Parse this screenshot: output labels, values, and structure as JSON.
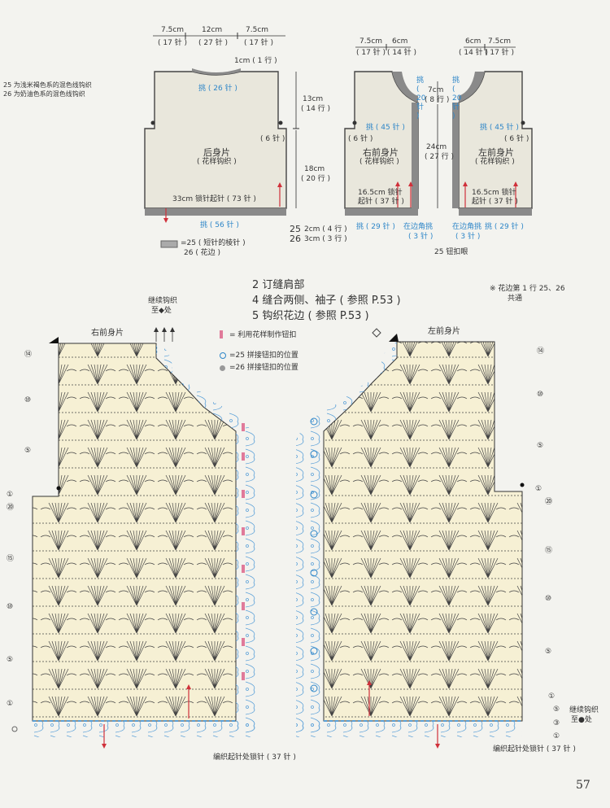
{
  "page": {
    "number": "57"
  },
  "notes": {
    "yarn_25": "25 为浅米褐色系的混色线钩织",
    "yarn_26": "26 为奶油色系的混色线钩织"
  },
  "schematic": {
    "back": {
      "top_widths_cm": [
        "7.5cm",
        "12cm",
        "7.5cm"
      ],
      "top_widths_st": [
        "( 17 针 )",
        "( 27 针 )",
        "( 17 针 )"
      ],
      "neck_rows": "1cm ( 1 行 )",
      "pick_neck": "挑 ( 26 针 )",
      "side_st": "( 6 针 )",
      "title": "后身片",
      "subtitle": "( 花样钩织 )",
      "bottom_chain": "33cm 锁针起针 ( 73 针 )",
      "pick_hem": "挑 ( 56 针 )",
      "arm_height": "13cm",
      "arm_rows": "( 14 行 )",
      "body_height": "18cm",
      "body_rows": "( 20 行 )",
      "border_25": "2cm ( 4 行 )",
      "border_26": "3cm ( 3 行 )",
      "num_25": "25",
      "num_26": "26"
    },
    "right_front": {
      "widths_cm": [
        "7.5cm",
        "6cm"
      ],
      "widths_st": [
        "( 17 针 )",
        "( 14 针 )"
      ],
      "pick_neck": "挑 ( 20 针 )",
      "height": "7cm",
      "height_rows": "( 8 行 )",
      "pick_arm": "挑 ( 45 针 )",
      "side_st": "( 6 针 )",
      "title": "右前身片",
      "subtitle": "( 花样钩织 )",
      "chain": "16.5cm 锁针",
      "chain2": "起针 ( 37 针 )",
      "pick_hem": "挑 ( 29 针 )",
      "pick_corner": "在边角挑",
      "pick_corner2": "( 3 针 )"
    },
    "left_front": {
      "widths_cm": [
        "6cm",
        "7.5cm"
      ],
      "widths_st": [
        "( 14 针 )",
        "( 17 针 )"
      ],
      "pick_neck": "挑 ( 20 针 )",
      "pick_arm": "挑 ( 45 针 )",
      "side_st": "( 6 针 )",
      "title": "左前身片",
      "subtitle": "( 花样钩织 )",
      "chain": "16.5cm 锁针",
      "chain2": "起针 ( 37 针 )",
      "pick_hem": "挑 ( 29 针 )",
      "pick_corner": "在边角挑",
      "pick_corner2": "( 3 针 )"
    },
    "center_height": "24cm",
    "center_rows": "( 27 行 )",
    "buttonhole": "25 钮扣眼",
    "legend_line1": "=25 ( 短针的棱针 )",
    "legend_line2": "26 ( 花边 )"
  },
  "steps": {
    "s2": "2 订缝肩部",
    "s4": "4 缝合两侧、袖子 ( 参照 P.53 )",
    "s5": "5 钩织花边 ( 参照 P.53 )"
  },
  "side_note": {
    "line1": "※ 花边第 1 行 25、26",
    "line2": "共通"
  },
  "chart": {
    "right_title": "右前身片",
    "left_title": "左前身片",
    "continue_left": "继续钩织",
    "continue_left2": "至◆处",
    "legend_button": "= 利用花样制作钮扣",
    "legend_25": "=25 拼接钮扣的位置",
    "legend_26": "=26 拼接钮扣的位置",
    "right_rows": [
      "⑭",
      "⑩",
      "⑤",
      "①",
      "⑳",
      "⑮",
      "⑩",
      "⑤",
      "①"
    ],
    "left_rows": [
      "⑭",
      "⑩",
      "⑤",
      "①",
      "⑳",
      "⑮",
      "⑩",
      "⑤",
      "①"
    ],
    "bottom_rows": [
      "⑤",
      "③",
      "①"
    ],
    "continue_right": "继续钩织",
    "continue_right2": "至●处",
    "chain_right": "编织起针处锁针 ( 37 针 )",
    "chain_left": "编织起针处锁针 ( 37 针 )"
  },
  "colors": {
    "accent_blue": "#2e86c8",
    "accent_red": "#d0303a",
    "accent_pink": "#e07a9a",
    "panel": "#e9e7dc"
  }
}
